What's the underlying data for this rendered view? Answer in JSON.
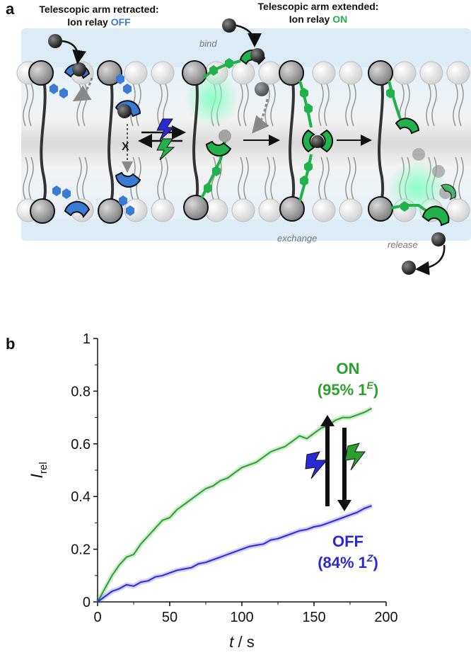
{
  "panel_a": {
    "letter": "a",
    "left_header": {
      "line1": "Telescopic arm retracted:",
      "line2_prefix": "Ion relay ",
      "line2_state": "OFF"
    },
    "right_header": {
      "line1": "Telescopic arm extended:",
      "line2_prefix": "Ion relay ",
      "line2_state": "ON"
    },
    "labels": {
      "bind": "bind",
      "exchange": "exchange",
      "release": "release",
      "blocked": "X"
    },
    "colors": {
      "off": "#3a7bd5",
      "on": "#22b24c",
      "membrane_bg": "#dcecf7"
    }
  },
  "panel_b": {
    "letter": "b",
    "on_label": {
      "line1": "ON",
      "line2_open": "(95% 1",
      "line2_sup": "E",
      "line2_close": ")"
    },
    "off_label": {
      "line1": "OFF",
      "line2_open": "(84% 1",
      "line2_sup": "Z",
      "line2_close": ")"
    },
    "colors": {
      "on": "#2ca02c",
      "off": "#2929d6"
    }
  },
  "chart_data": {
    "type": "line",
    "xlabel_var": "t",
    "xlabel_unit": " / s",
    "ylabel_var": "I",
    "ylabel_sub": "rel",
    "xlim": [
      0,
      200
    ],
    "ylim": [
      0,
      1
    ],
    "xticks": [
      0,
      50,
      100,
      150,
      200
    ],
    "yticks": [
      0,
      0.2,
      0.4,
      0.6,
      0.8,
      1
    ],
    "ytick_labels": [
      "0",
      "0.2",
      "0.4",
      "0.6",
      "0.8",
      "1"
    ],
    "series": [
      {
        "name": "ON (95% 1E)",
        "color": "#2ca02c",
        "x": [
          0,
          5,
          10,
          15,
          20,
          25,
          30,
          35,
          40,
          45,
          50,
          55,
          60,
          65,
          70,
          75,
          80,
          85,
          90,
          95,
          100,
          105,
          110,
          115,
          120,
          125,
          130,
          135,
          140,
          145,
          150,
          155,
          160,
          165,
          170,
          175,
          180,
          185,
          190
        ],
        "y": [
          0,
          0.05,
          0.1,
          0.14,
          0.17,
          0.18,
          0.22,
          0.25,
          0.28,
          0.31,
          0.32,
          0.35,
          0.37,
          0.39,
          0.41,
          0.43,
          0.44,
          0.46,
          0.47,
          0.49,
          0.51,
          0.52,
          0.53,
          0.55,
          0.57,
          0.58,
          0.59,
          0.61,
          0.63,
          0.62,
          0.64,
          0.66,
          0.67,
          0.69,
          0.7,
          0.7,
          0.71,
          0.72,
          0.735
        ]
      },
      {
        "name": "OFF (84% 1Z)",
        "color": "#2929d6",
        "x": [
          0,
          5,
          10,
          15,
          20,
          25,
          30,
          35,
          40,
          45,
          50,
          55,
          60,
          65,
          70,
          75,
          80,
          85,
          90,
          95,
          100,
          105,
          110,
          115,
          120,
          125,
          130,
          135,
          140,
          145,
          150,
          155,
          160,
          165,
          170,
          175,
          180,
          185,
          190
        ],
        "y": [
          0,
          0.02,
          0.04,
          0.05,
          0.065,
          0.06,
          0.075,
          0.08,
          0.095,
          0.1,
          0.11,
          0.12,
          0.125,
          0.13,
          0.145,
          0.15,
          0.16,
          0.17,
          0.18,
          0.19,
          0.2,
          0.21,
          0.215,
          0.22,
          0.235,
          0.24,
          0.25,
          0.26,
          0.27,
          0.275,
          0.285,
          0.29,
          0.3,
          0.31,
          0.32,
          0.33,
          0.34,
          0.355,
          0.365
        ]
      }
    ]
  }
}
